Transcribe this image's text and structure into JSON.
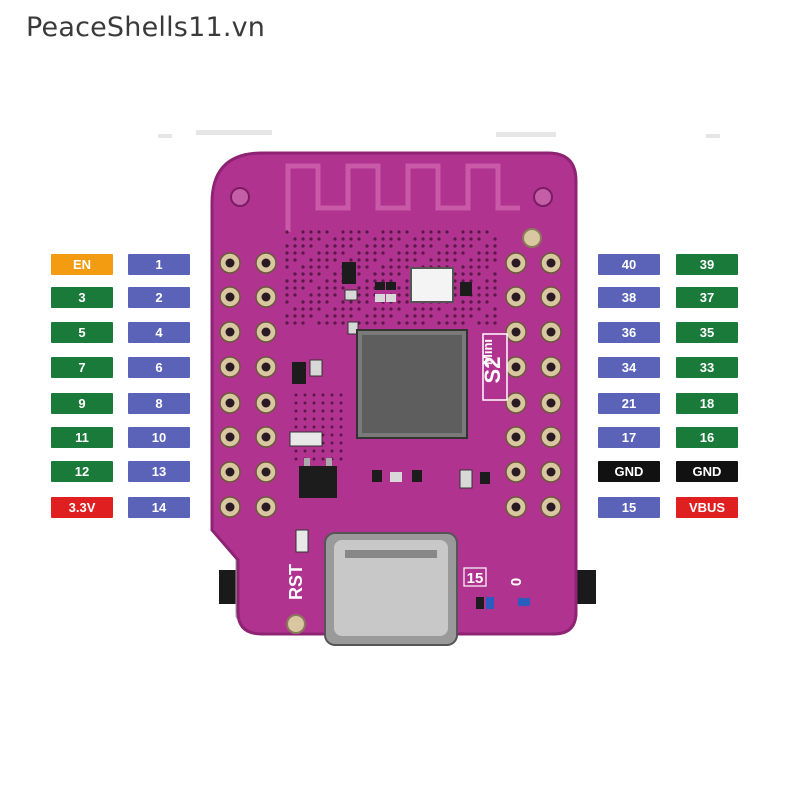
{
  "watermark": "PeaceShells11.vn",
  "colors": {
    "orange": "#f39c12",
    "green": "#1a7a3a",
    "purple": "#5b63b8",
    "red": "#e02020",
    "black": "#111111",
    "board": "#b0338f",
    "board_dark": "#8e2374"
  },
  "board": {
    "model_label": "S2",
    "model_sub": "Mini",
    "rst_label": "RST",
    "pin_15_label": "15",
    "pin_0_label": "0"
  },
  "pins": {
    "left_outer": [
      {
        "label": "EN",
        "color": "orange"
      },
      {
        "label": "3",
        "color": "green"
      },
      {
        "label": "5",
        "color": "green"
      },
      {
        "label": "7",
        "color": "green"
      },
      {
        "label": "9",
        "color": "green"
      },
      {
        "label": "11",
        "color": "green"
      },
      {
        "label": "12",
        "color": "green"
      },
      {
        "label": "3.3V",
        "color": "red"
      }
    ],
    "left_inner": [
      {
        "label": "1",
        "color": "purple"
      },
      {
        "label": "2",
        "color": "purple"
      },
      {
        "label": "4",
        "color": "purple"
      },
      {
        "label": "6",
        "color": "purple"
      },
      {
        "label": "8",
        "color": "purple"
      },
      {
        "label": "10",
        "color": "purple"
      },
      {
        "label": "13",
        "color": "purple"
      },
      {
        "label": "14",
        "color": "purple"
      }
    ],
    "right_inner": [
      {
        "label": "40",
        "color": "purple"
      },
      {
        "label": "38",
        "color": "purple"
      },
      {
        "label": "36",
        "color": "purple"
      },
      {
        "label": "34",
        "color": "purple"
      },
      {
        "label": "21",
        "color": "purple"
      },
      {
        "label": "17",
        "color": "purple"
      },
      {
        "label": "GND",
        "color": "black"
      },
      {
        "label": "15",
        "color": "purple"
      }
    ],
    "right_outer": [
      {
        "label": "39",
        "color": "green"
      },
      {
        "label": "37",
        "color": "green"
      },
      {
        "label": "35",
        "color": "green"
      },
      {
        "label": "33",
        "color": "green"
      },
      {
        "label": "18",
        "color": "green"
      },
      {
        "label": "16",
        "color": "green"
      },
      {
        "label": "GND",
        "color": "black"
      },
      {
        "label": "VBUS",
        "color": "red"
      }
    ]
  }
}
